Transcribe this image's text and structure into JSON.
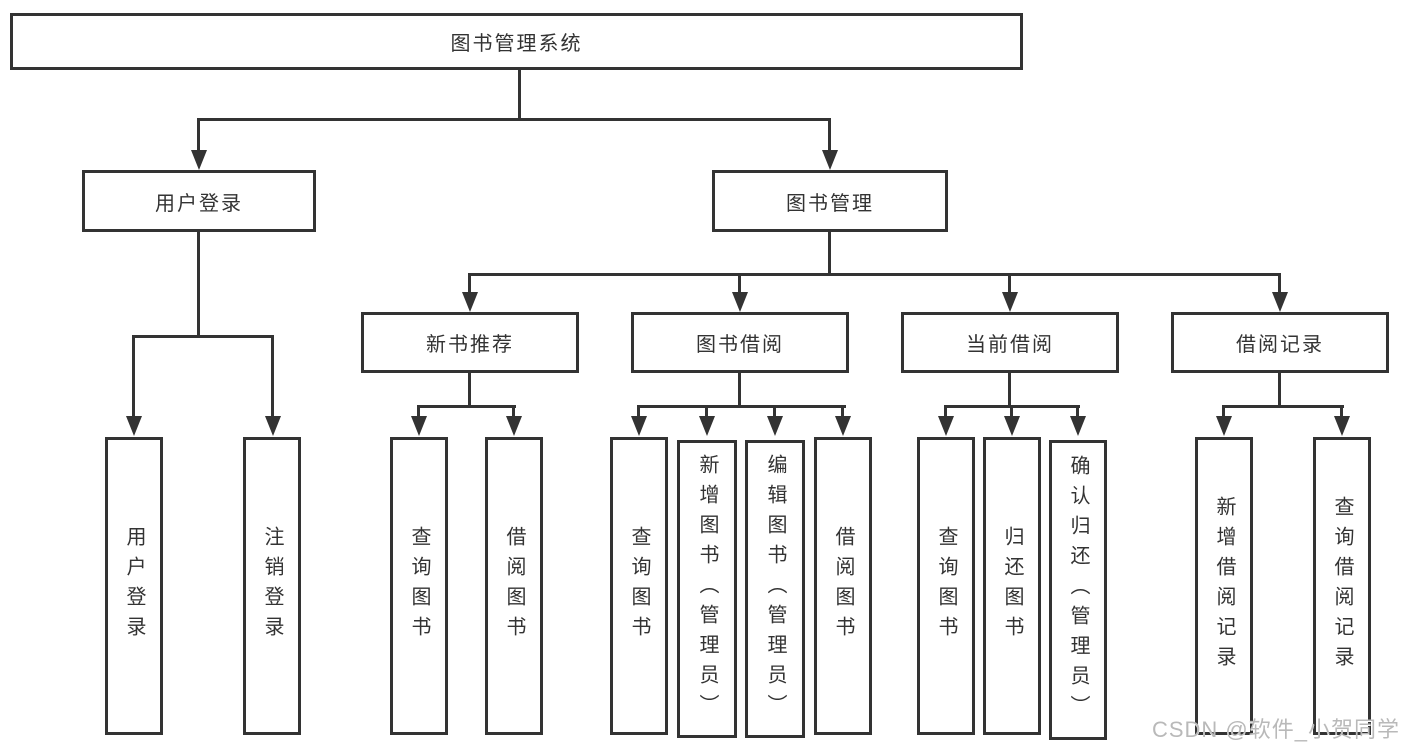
{
  "diagram": {
    "title": "图书管理系统",
    "level2": [
      "用户登录",
      "图书管理"
    ],
    "level3": [
      "新书推荐",
      "图书借阅",
      "当前借阅",
      "借阅记录"
    ],
    "leaves": [
      "用户登录",
      "注销登录",
      "查询图书",
      "借阅图书",
      "查询图书",
      "新增图书（管理员）",
      "编辑图书（管理员）",
      "借阅图书",
      "查询图书",
      "归还图书",
      "确认归还（管理员）",
      "新增借阅记录",
      "查询借阅记录"
    ]
  },
  "watermark": {
    "text": "CSDN @软件_小贺同学"
  },
  "colors": {
    "line": "#333333",
    "text": "#333333",
    "background": "#ffffff",
    "watermark": "#b9b9b9"
  }
}
